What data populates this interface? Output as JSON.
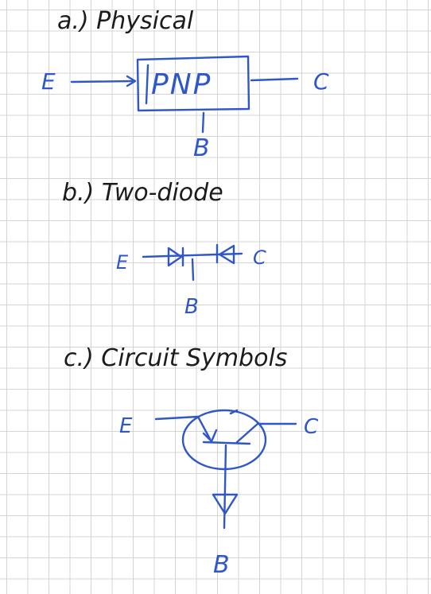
{
  "colors": {
    "ink": "#2f57c8",
    "heading_ink": "#1c1c1c",
    "grid": "#d4d4d4",
    "paper": "#ffffff"
  },
  "sections": {
    "physical": {
      "heading": "a.) Physical",
      "block_label": "PNP",
      "terminals": {
        "emitter": "E",
        "collector": "C",
        "base": "B"
      }
    },
    "two_diode": {
      "heading": "b.) Two-diode",
      "terminals": {
        "emitter": "E",
        "collector": "C",
        "base": "B"
      }
    },
    "circuit_symbol": {
      "heading": "c.) Circuit Symbols",
      "terminals": {
        "emitter": "E",
        "collector": "C",
        "base": "B"
      }
    }
  }
}
